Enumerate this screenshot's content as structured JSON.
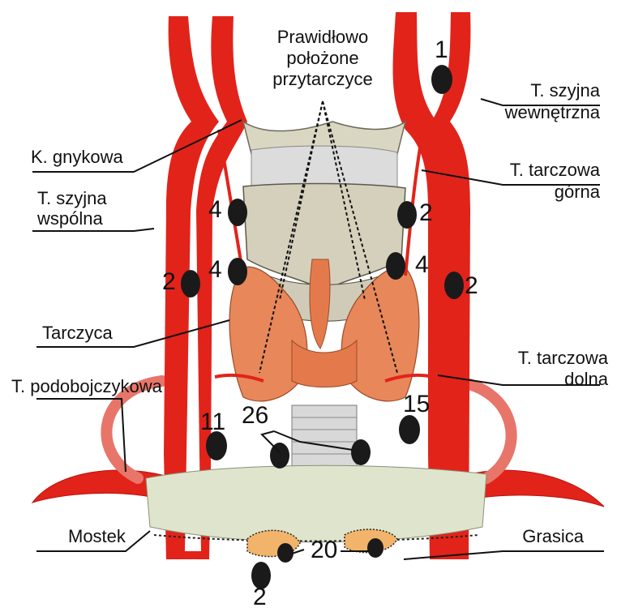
{
  "labels": {
    "title_line1": "Prawidłowo",
    "title_line2": "położone",
    "title_line3": "przytarczyce",
    "hyoid": "K. gnykowa",
    "internal_carotid_line1": "T. szyjna",
    "internal_carotid_line2": "wewnętrzna",
    "superior_thyroid_line1": "T. tarczowa",
    "superior_thyroid_line2": "górna",
    "common_carotid_line1": "T. szyjna",
    "common_carotid_line2": "wspólna",
    "thyroid": "Tarczyca",
    "inferior_thyroid_line1": "T. tarczowa",
    "inferior_thyroid_line2": "dolna",
    "subclavian": "T. podobojczykowa",
    "sternum": "Mostek",
    "thymus": "Grasica"
  },
  "numbers": {
    "n1": "1",
    "n2_right_upper": "2",
    "n2_left": "2",
    "n2_right": "2",
    "n2_bottom": "2",
    "n4_upper": "4",
    "n4_lower_left": "4",
    "n4_lower_right": "4",
    "n11": "11",
    "n26": "26",
    "n15": "15",
    "n20": "20"
  },
  "colors": {
    "artery": "#e2231a",
    "artery_light": "#e8756a",
    "thyroid": "#e8875a",
    "cartilage": "#d9d6c2",
    "sternum": "#dfe5cc",
    "thymus": "#f2b46a",
    "gland": "#1a1a1a"
  }
}
